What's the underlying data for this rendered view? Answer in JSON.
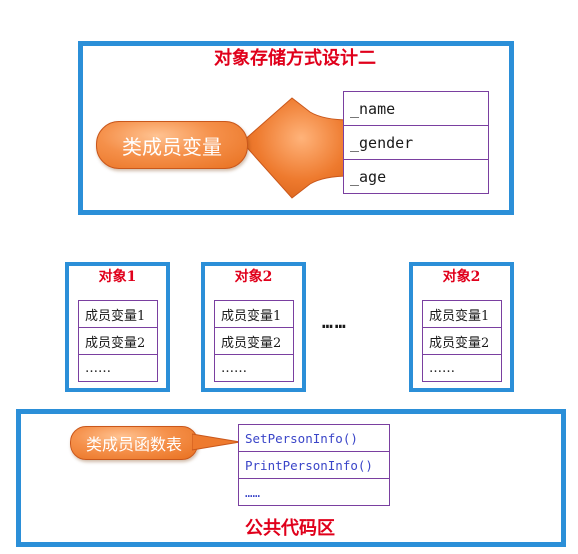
{
  "top": {
    "title": "对象存储方式设计二",
    "callout": "类成员变量",
    "members": [
      "_name",
      "_gender",
      "_age"
    ]
  },
  "objects": [
    {
      "title": "对象1",
      "rows": [
        "成员变量1",
        "成员变量2",
        "……"
      ]
    },
    {
      "title": "对象2",
      "rows": [
        "成员变量1",
        "成员变量2",
        "……"
      ]
    },
    {
      "title": "对象2",
      "rows": [
        "成员变量1",
        "成员变量2",
        "……"
      ]
    }
  ],
  "between_dots": "……",
  "bottom": {
    "callout": "类成员函数表",
    "functions": [
      "SetPersonInfo()",
      "PrintPersonInfo()",
      "……"
    ],
    "label": "公共代码区"
  },
  "colors": {
    "frame_blue": "#2b8fd8",
    "title_red": "#e0001b",
    "cell_border_purple": "#7a3fa0",
    "func_text_blue": "#3a45c8",
    "callout_orange": "#f08a3c",
    "arrow_orange": "#ee7a2e"
  }
}
